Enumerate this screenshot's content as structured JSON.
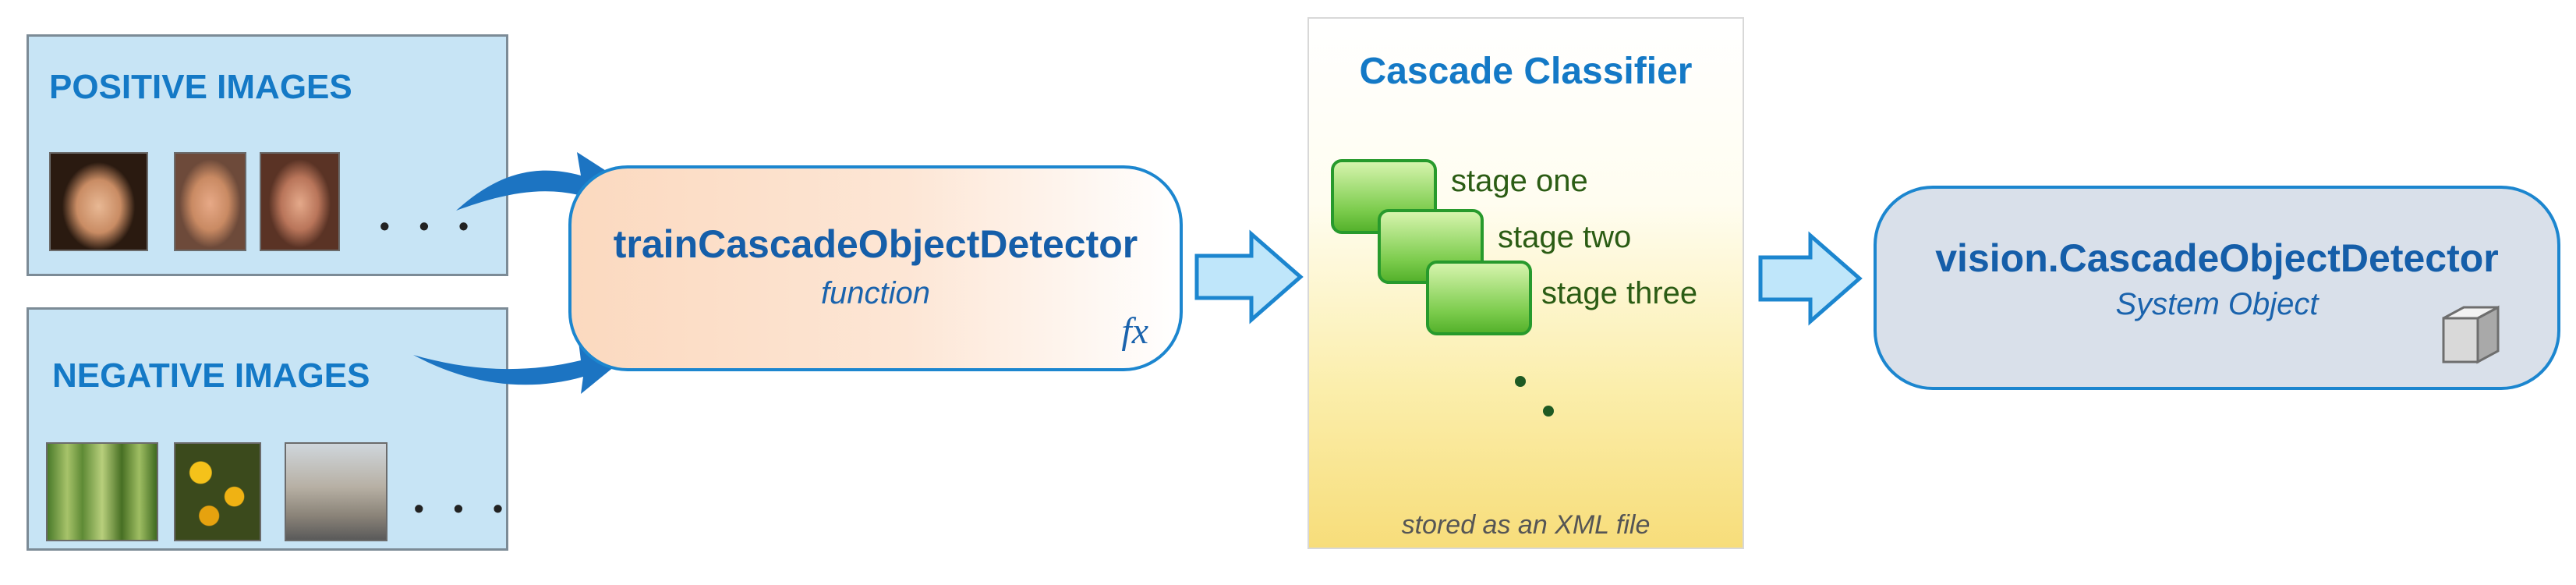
{
  "positive": {
    "title": "POSITIVE IMAGES",
    "ellipsis": "• • •"
  },
  "negative": {
    "title": "NEGATIVE IMAGES",
    "ellipsis": "• • •"
  },
  "train_function": {
    "name": "trainCascadeObjectDetector",
    "subtitle": "function",
    "icon_text": "fx"
  },
  "cascade": {
    "title": "Cascade Classifier",
    "stages": [
      "stage one",
      "stage two",
      "stage three"
    ],
    "footer": "stored as an XML file"
  },
  "system_object": {
    "name": "vision.CascadeObjectDetector",
    "subtitle": "System Object",
    "icon": "cube-icon"
  },
  "colors": {
    "title_blue": "#1479c6",
    "arrow_blue": "#1c86cf",
    "image_panel": "#c7e4f5",
    "stage_green": "#279a2c",
    "function_fill": "#fbd9bf",
    "system_fill": "#d9e0ea"
  }
}
